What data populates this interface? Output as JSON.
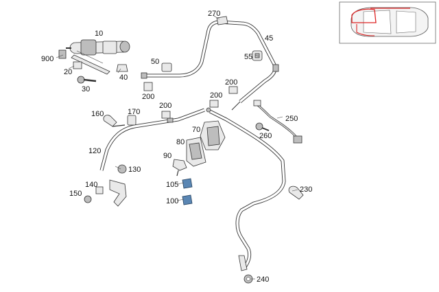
{
  "labels": {
    "p10": "10",
    "p900": "900",
    "p20": "20",
    "p30": "30",
    "p40": "40",
    "p50": "50",
    "p200a": "200",
    "p270": "270",
    "p45": "45",
    "p55": "55",
    "p200b": "200",
    "p200c": "200",
    "p160": "160",
    "p170": "170",
    "p200d": "200",
    "p250": "250",
    "p70": "70",
    "p260": "260",
    "p80": "80",
    "p120": "120",
    "p90": "90",
    "p130": "130",
    "p105": "105",
    "p140": "140",
    "p150": "150",
    "p100": "100",
    "p230": "230",
    "p240": "240"
  },
  "colors": {
    "line": "#333333",
    "highlight": "#5a86b3"
  }
}
